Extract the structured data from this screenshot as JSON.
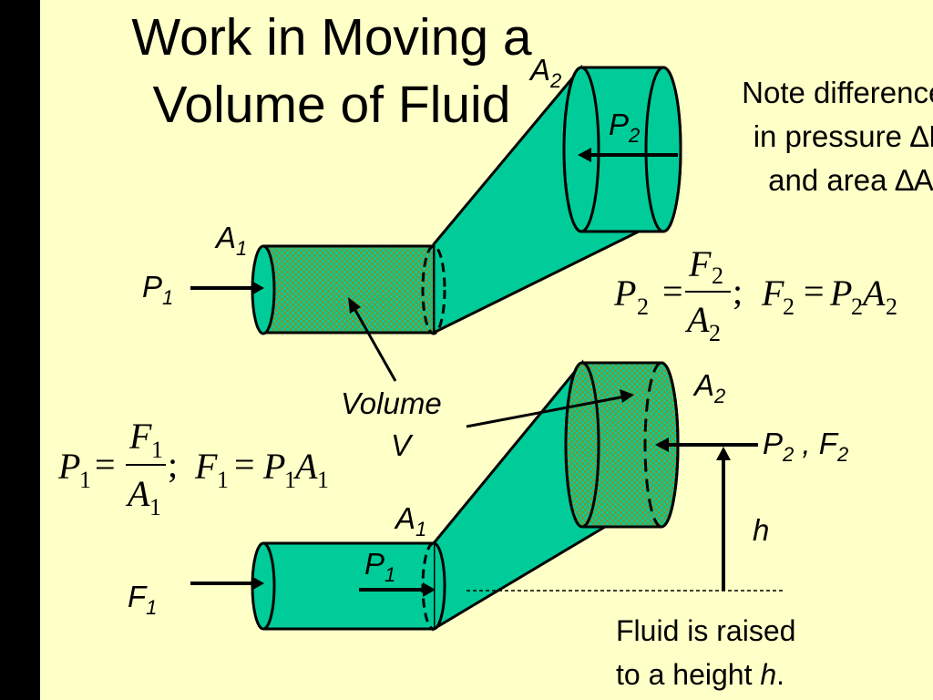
{
  "title": "Work in Moving a Volume of Fluid",
  "note": {
    "text": "Note differences in pressure ∆P and area ∆A"
  },
  "labels": {
    "a2_top": {
      "base": "A",
      "sub": "2"
    },
    "p2_top": {
      "base": "P",
      "sub": "2"
    },
    "a1_top": {
      "base": "A",
      "sub": "1"
    },
    "p1_top": {
      "base": "P",
      "sub": "1"
    },
    "volume": "Volume",
    "volume_v": "V",
    "a2_bottom": {
      "base": "A",
      "sub": "2"
    },
    "p2f2_bottom": {
      "p": "P",
      "p_sub": "2",
      "sep": " , ",
      "f": "F",
      "f_sub": "2"
    },
    "h": "h",
    "a1_bottom": {
      "base": "A",
      "sub": "1"
    },
    "p1_bottom": {
      "base": "P",
      "sub": "1"
    },
    "f1_bottom": {
      "base": "F",
      "sub": "1"
    }
  },
  "raised_text": {
    "line1": "Fluid is raised",
    "line2_prefix": "to a height ",
    "line2_var": "h",
    "line2_suffix": "."
  },
  "equation_2": {
    "P": "P",
    "sub": "2",
    "eq": "=",
    "F": "F",
    "A": "A",
    "semi": ";"
  },
  "equation_1": {
    "P": "P",
    "sub": "1",
    "eq": "=",
    "F": "F",
    "A": "A",
    "semi": ";"
  },
  "colors": {
    "background": "#ffffc8",
    "fluid": "#00cc99",
    "volume_fill": "#669933",
    "outline": "#000000"
  }
}
